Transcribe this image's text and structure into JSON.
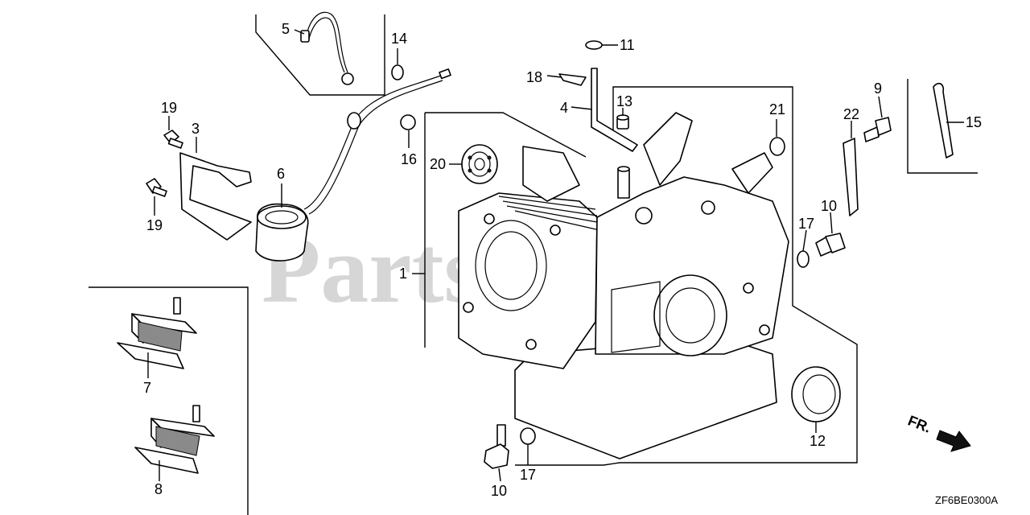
{
  "watermark": "PartsTre",
  "diagram_code": "ZF6BE0300A",
  "direction_label": "FR.",
  "callouts": {
    "c1": "1",
    "c3": "3",
    "c4": "4",
    "c5": "5",
    "c6": "6",
    "c7": "7",
    "c8": "8",
    "c9": "9",
    "c10a": "10",
    "c10b": "10",
    "c11": "11",
    "c12": "12",
    "c13": "13",
    "c14": "14",
    "c15": "15",
    "c16": "16",
    "c17a": "17",
    "c17b": "17",
    "c18": "18",
    "c19a": "19",
    "c19b": "19",
    "c20": "20",
    "c21": "21",
    "c22": "22"
  }
}
